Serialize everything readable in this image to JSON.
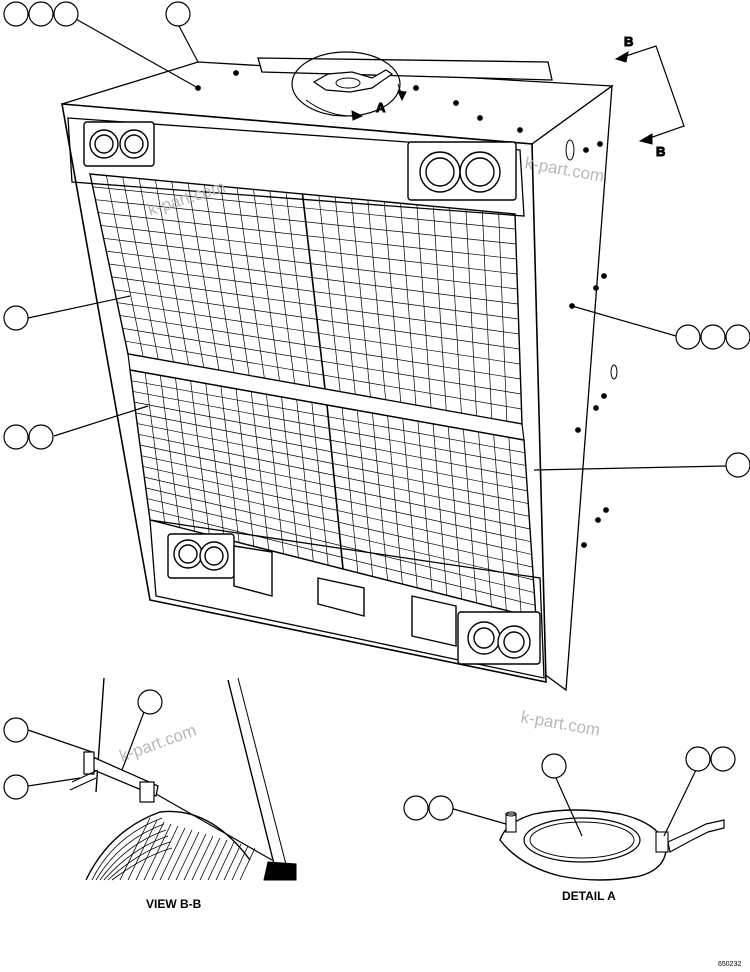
{
  "diagram": {
    "watermark": "k-part.com",
    "view_letters": {
      "a": "A",
      "b": "B"
    },
    "captions": {
      "view_bb": "VIEW B-B",
      "detail_a": "DETAIL A"
    },
    "drawing_number": "650232",
    "callout_balloons": "empty circles (no numbers printed)"
  }
}
